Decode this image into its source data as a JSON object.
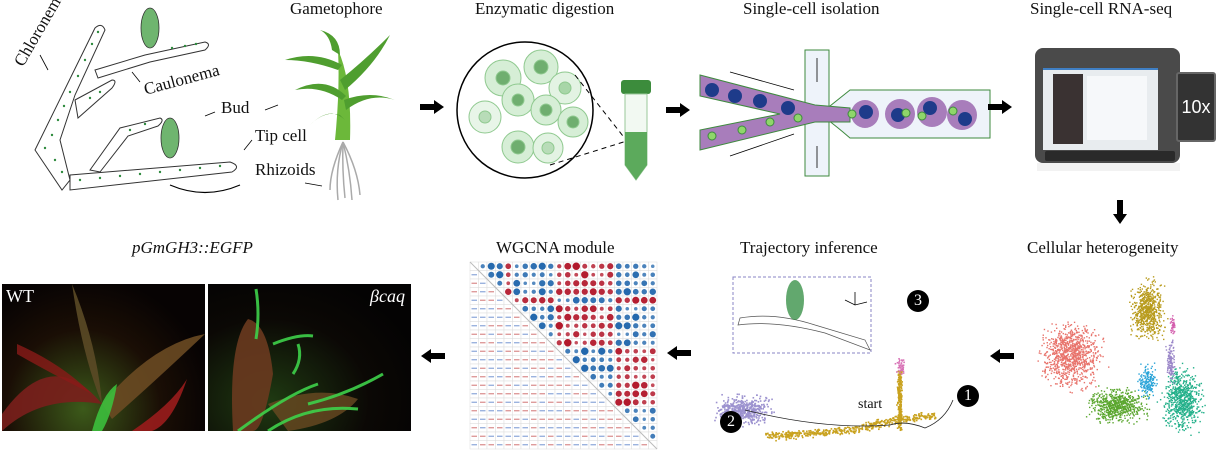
{
  "figure": {
    "top_row": {
      "protonema": {
        "labels": {
          "chloronema": "Chloronema",
          "caulonema": "Caulonema",
          "bud": "Bud",
          "tip_cell": "Tip cell",
          "rhizoids": "Rhizoids"
        }
      },
      "gametophore": {
        "title": "Gametophore"
      },
      "digestion": {
        "title": "Enzymatic digestion"
      },
      "isolation": {
        "title": "Single-cell isolation"
      },
      "sequencing": {
        "title": "Single-cell RNA-seq",
        "device_label": "10x"
      }
    },
    "bottom_row": {
      "heterogeneity": {
        "title": "Cellular heterogeneity",
        "cluster_colors": [
          "#e8736b",
          "#5aa62e",
          "#23b08a",
          "#b89b1c",
          "#2aa4d8",
          "#9a86c8",
          "#d45fae"
        ]
      },
      "trajectory": {
        "title": "Trajectory inference",
        "start_label": "start",
        "branches": [
          "1",
          "2",
          "3"
        ],
        "colors": {
          "main": "#c9a21f",
          "branch2": "#9c92cf",
          "branch3": "#d873b6"
        }
      },
      "wgcna": {
        "title": "WGCNA module",
        "colors": {
          "positive": "#b2182b",
          "negative": "#2166ac"
        }
      },
      "reporter": {
        "title": "pGmGH3::EGFP",
        "panels": [
          {
            "label": "WT"
          },
          {
            "label": "βcaq"
          }
        ]
      }
    },
    "flow_arrows": [
      "right",
      "right",
      "right",
      "down",
      "left",
      "left",
      "left"
    ]
  }
}
